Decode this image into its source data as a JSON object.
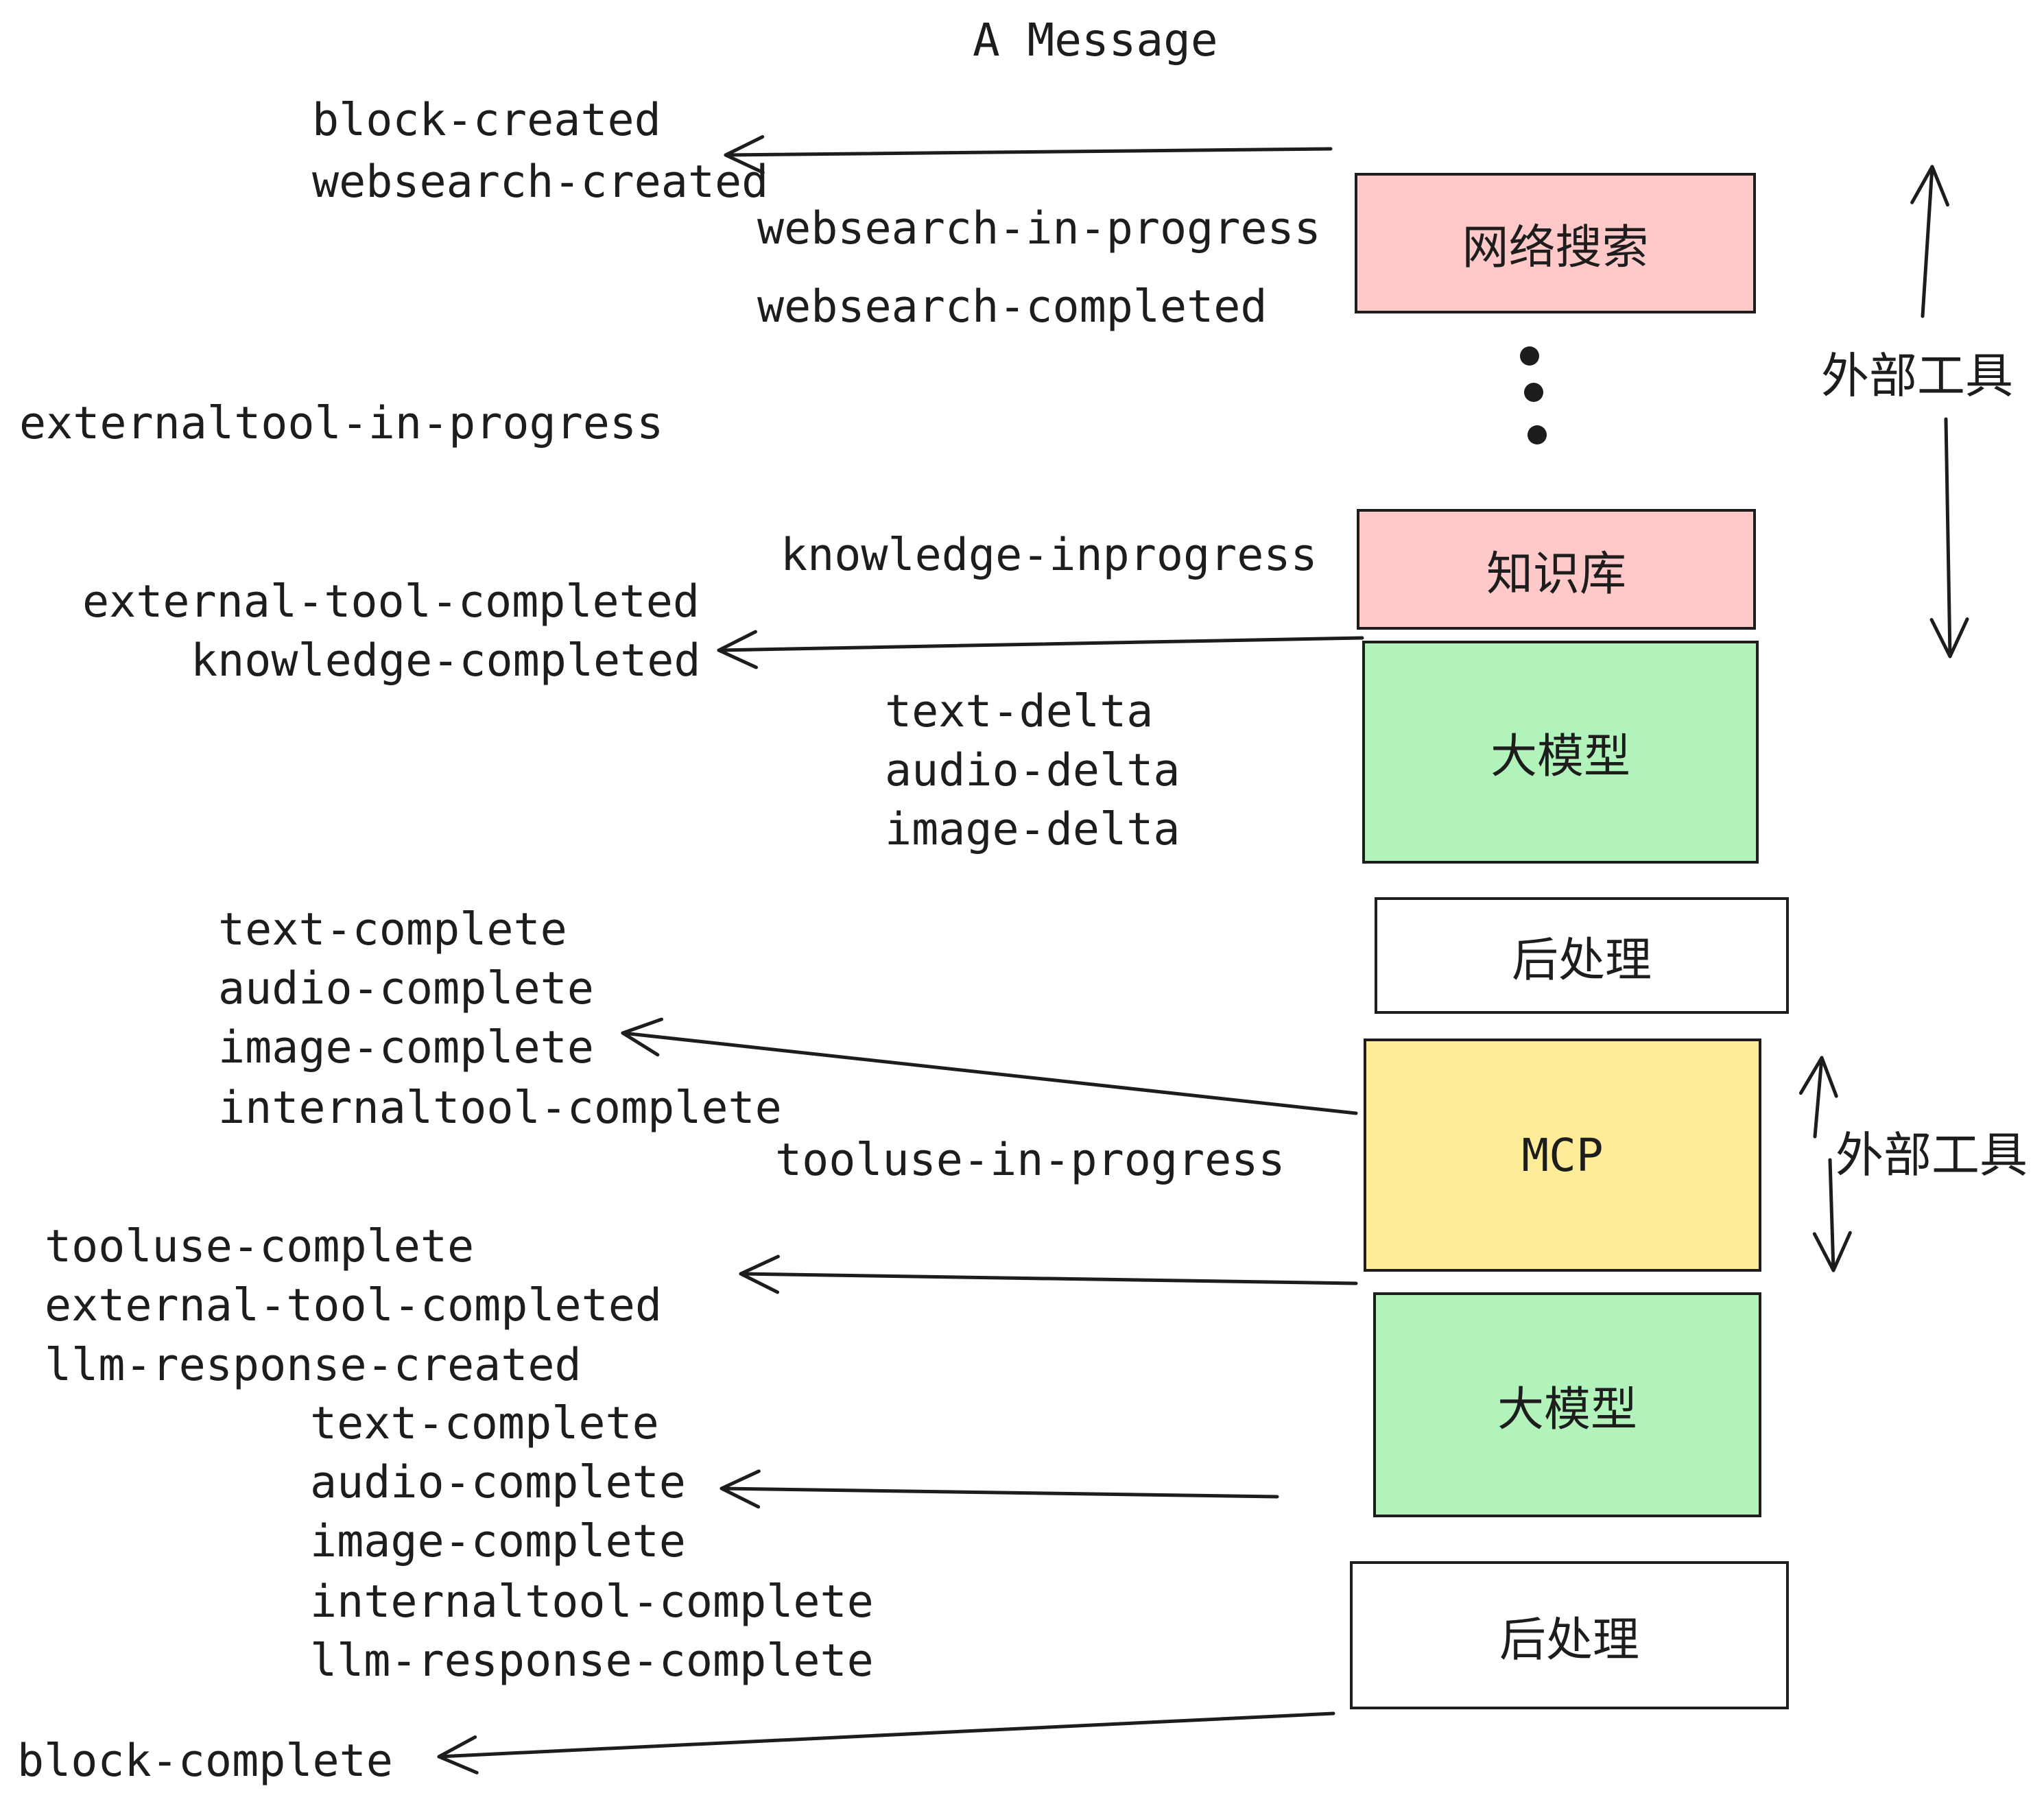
{
  "title": "A Message",
  "colors": {
    "ink": "#1d1d1d",
    "pink": "#ffc9c9",
    "green": "#b2f2bb",
    "yellow": "#ffec99",
    "white": "#ffffff"
  },
  "events": [
    {
      "label": "block-created"
    },
    {
      "label": "websearch-created"
    },
    {
      "label": "websearch-in-progress"
    },
    {
      "label": "websearch-completed"
    },
    {
      "label": "externaltool-in-progress"
    },
    {
      "label": "knowledge-inprogress"
    },
    {
      "label": "external-tool-completed"
    },
    {
      "label": "knowledge-completed"
    },
    {
      "label": "text-delta"
    },
    {
      "label": "audio-delta"
    },
    {
      "label": "image-delta"
    },
    {
      "label": "text-complete"
    },
    {
      "label": "audio-complete"
    },
    {
      "label": "image-complete"
    },
    {
      "label": "internaltool-complete"
    },
    {
      "label": "tooluse-in-progress"
    },
    {
      "label": "tooluse-complete"
    },
    {
      "label": "external-tool-completed"
    },
    {
      "label": "llm-response-created"
    },
    {
      "label": "text-complete"
    },
    {
      "label": "audio-complete"
    },
    {
      "label": "image-complete"
    },
    {
      "label": "internaltool-complete"
    },
    {
      "label": "llm-response-complete"
    },
    {
      "label": "block-complete"
    }
  ],
  "boxes": [
    {
      "label": "网络搜索",
      "color": "#ffc9c9"
    },
    {
      "label": "知识库",
      "color": "#ffc9c9"
    },
    {
      "label": "大模型",
      "color": "#b2f2bb"
    },
    {
      "label": "后处理",
      "color": "#ffffff"
    },
    {
      "label": "MCP",
      "color": "#ffec99"
    },
    {
      "label": "大模型",
      "color": "#b2f2bb"
    },
    {
      "label": "后处理",
      "color": "#ffffff"
    }
  ],
  "annotations": [
    {
      "label": "外部工具"
    },
    {
      "label": "外部工具"
    }
  ]
}
